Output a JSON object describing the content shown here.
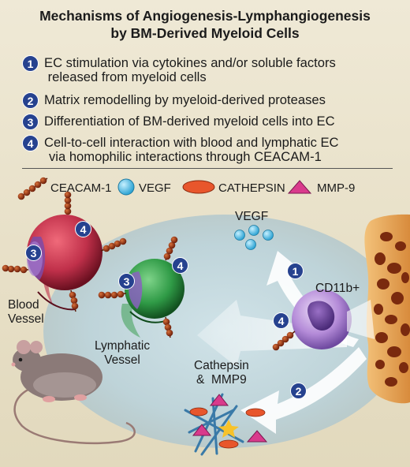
{
  "title_line1": "Mechanisms of Angiogenesis-Lymphangiogenesis",
  "title_line2": "by BM-Derived Myeloid Cells",
  "mechanisms": [
    {
      "num": "1",
      "line1": "EC stimulation via cytokines and/or soluble factors",
      "line2": " released from myeloid cells"
    },
    {
      "num": "2",
      "line1": "Matrix remodelling by myeloid-derived proteases",
      "line2": ""
    },
    {
      "num": "3",
      "line1": "Differentiation of BM-derived myeloid cells into EC",
      "line2": ""
    },
    {
      "num": "4",
      "line1": "Cell-to-cell interaction with blood and lymphatic EC",
      "line2": "via homophilic interactions through CEACAM-1"
    }
  ],
  "legend": {
    "ceacam": "CEACAM-1",
    "vegf": "VEGF",
    "cathepsin": "CATHEPSIN",
    "mmp9": "MMP-9"
  },
  "labels": {
    "vegf": "VEGF",
    "cd11b": "CD11b+",
    "blood_line1": "Blood",
    "blood_line2": "Vessel",
    "lymph_line1": "Lymphatic",
    "lymph_line2": "Vessel",
    "cath_line1": "Cathepsin",
    "cath_line2": "&  MMP9"
  },
  "diagram_badges": {
    "one": "1",
    "two": "2",
    "three": "3",
    "four": "4"
  },
  "colors": {
    "badge": "#26428f",
    "vegf": "#5ec3e6",
    "cathepsin": "#e8562c",
    "mmp9": "#d93a8c",
    "ceacam": "#8b2a12",
    "blood_vessel": "#c0304a",
    "lymph_vessel": "#2f9a46",
    "myeloid_cell": "#b48bd8",
    "bone": "#e8a45a"
  }
}
